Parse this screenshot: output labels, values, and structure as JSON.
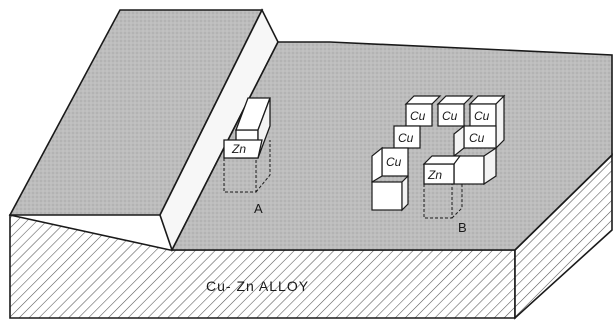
{
  "labels": {
    "alloy": "Cu- Zn ALLOY",
    "site_a": "A",
    "site_b": "B"
  },
  "atoms": {
    "step_atom": "Zn",
    "terrace_zn": "Zn",
    "cu": [
      "Cu",
      "Cu",
      "Cu",
      "Cu",
      "Cu",
      "Cu"
    ]
  },
  "colors": {
    "surface": "#bdbdbd",
    "line": "#1a1a1a",
    "cube": "#ffffff",
    "background": "#ffffff"
  }
}
